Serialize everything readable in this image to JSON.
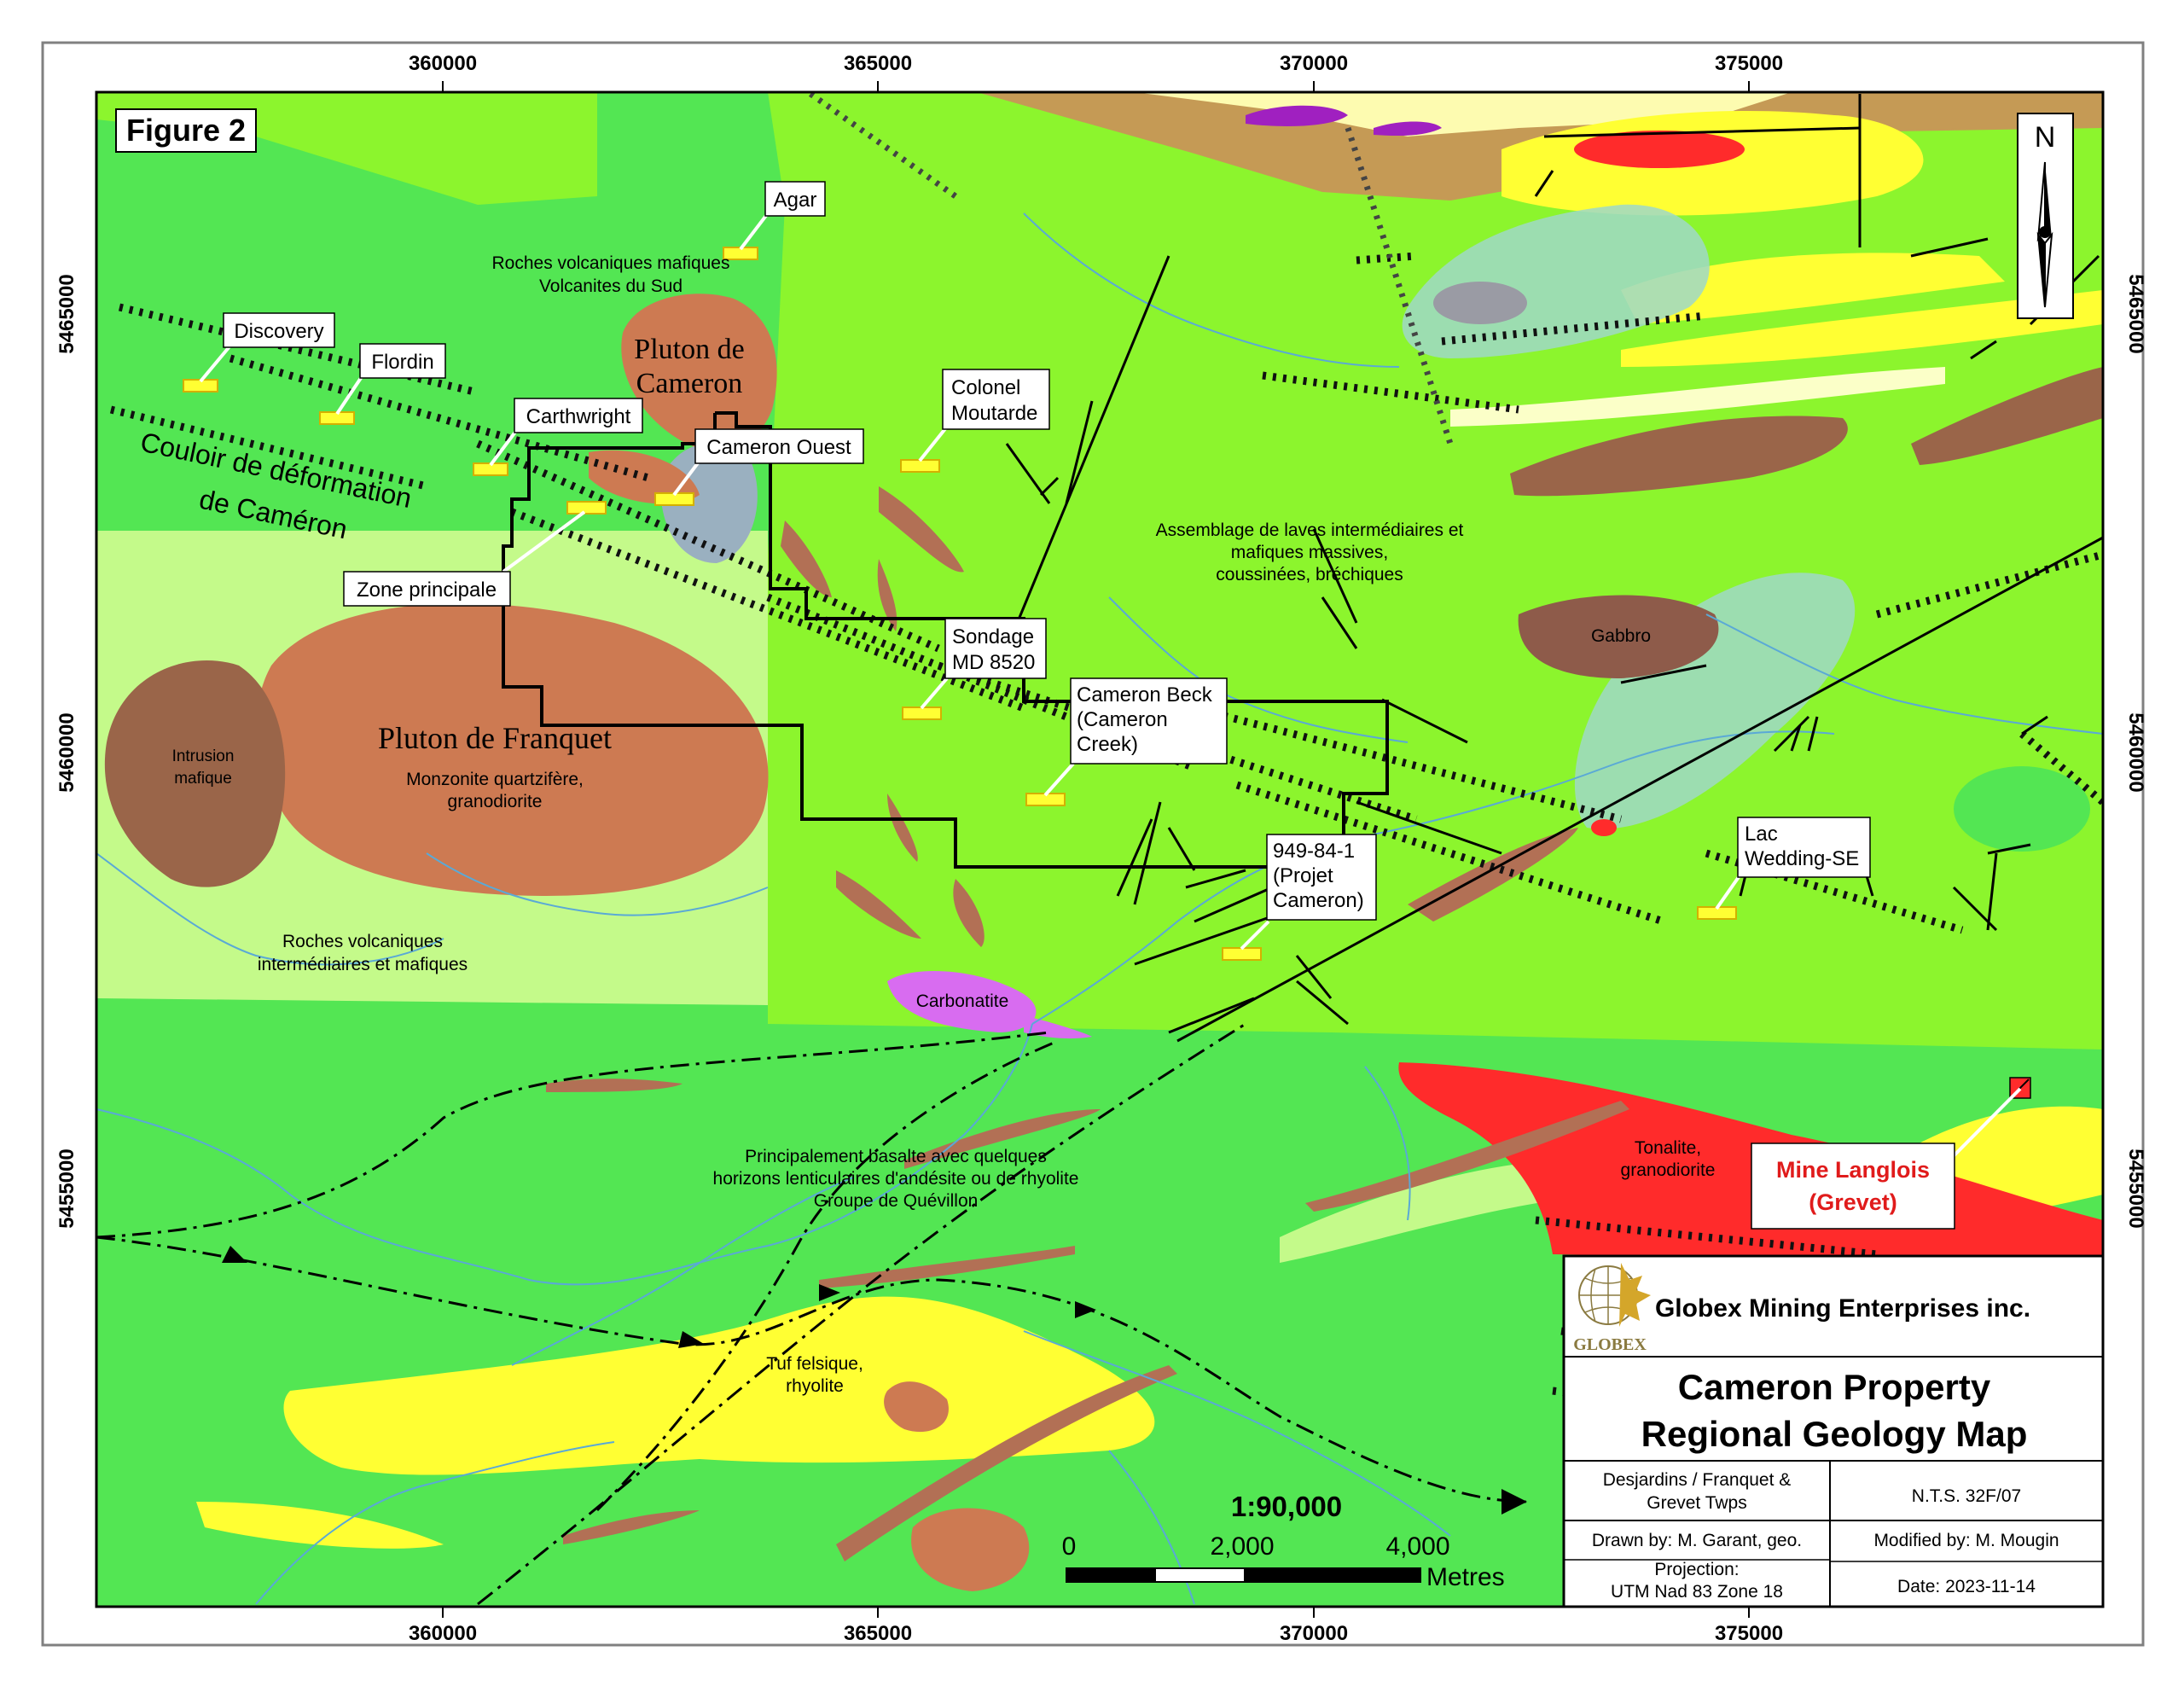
{
  "figure_label": "Figure 2",
  "coords": {
    "x_ticks": [
      "360000",
      "365000",
      "370000",
      "375000"
    ],
    "y_ticks": [
      "5465000",
      "5460000",
      "5455000"
    ]
  },
  "north": "N",
  "colors": {
    "mafic_green": "#53e653",
    "lava_green": "#8cf52d",
    "pale_green": "#c4fa8a",
    "pluton_brown": "#cd7a52",
    "dark_brown": "#9a6549",
    "gabbro_brown": "#8e5b4a",
    "sediment_tan": "#c59a55",
    "felsic_yellow": "#ffff33",
    "tonalite_red": "#ff2b2b",
    "carbonatite_violet": "#d86cf0",
    "ultramafic_blue": "#9ab0c0"
  },
  "showings": [
    {
      "label": "Agar"
    },
    {
      "label": "Discovery"
    },
    {
      "label": "Flordin"
    },
    {
      "label": "Carthwright"
    },
    {
      "label": "Cameron Ouest"
    },
    {
      "label": "Zone principale"
    },
    {
      "label": "Colonel",
      "label2": "Moutarde"
    },
    {
      "label": "Sondage",
      "label2": "MD 8520"
    },
    {
      "label": "Cameron Beck",
      "label2": "(Cameron",
      "label3": "Creek)"
    },
    {
      "label": "949-84-1",
      "label2": "(Projet",
      "label3": "Cameron)"
    },
    {
      "label": "Lac",
      "label2": "Wedding-SE"
    }
  ],
  "units": {
    "roches_mafiques": {
      "line1": "Roches volcaniques mafiques",
      "line2": "Volcanites du Sud"
    },
    "pluton_cameron": {
      "line1": "Pluton de",
      "line2": "Cameron"
    },
    "couloir": {
      "line1": "Couloir de déformation",
      "line2": "de Caméron"
    },
    "pluton_franquet": {
      "title": "Pluton de Franquet",
      "line1": "Monzonite quartzifère,",
      "line2": "granodiorite"
    },
    "intrusion": {
      "line1": "Intrusion",
      "line2": "mafique"
    },
    "roches_inter": {
      "line1": "Roches volcaniques",
      "line2": "intermédiaires et mafiques"
    },
    "assemblage": {
      "line1": "Assemblage de laves intermédiaires et",
      "line2": "mafiques massives,",
      "line3": "coussinées, bréchiques"
    },
    "gabbro": "Gabbro",
    "carbonatite": "Carbonatite",
    "basalte": {
      "line1": "Principalement basalte avec quelques",
      "line2": "horizons lenticulaires d'andésite ou de rhyolite",
      "line3": "Groupe de Quévillon"
    },
    "tonalite": {
      "line1": "Tonalite,",
      "line2": "granodiorite"
    },
    "tuf": {
      "line1": "Tuf felsique,",
      "line2": "rhyolite"
    }
  },
  "mine": {
    "line1": "Mine Langlois",
    "line2": "(Grevet)"
  },
  "scale": {
    "ratio": "1:90,000",
    "t0": "0",
    "t1": "2,000",
    "t2": "4,000",
    "unit": "Metres"
  },
  "title_block": {
    "logo_text": "GLOBEX",
    "company": "Globex Mining Enterprises inc.",
    "title1": "Cameron Property",
    "title2": "Regional Geology Map",
    "twps1": "Desjardins / Franquet &",
    "twps2": "Grevet Twps",
    "nts": "N.T.S. 32F/07",
    "drawn": "Drawn by: M. Garant, geo.",
    "modified": "Modified by: M. Mougin",
    "proj1": "Projection:",
    "proj2": "UTM Nad 83 Zone 18",
    "date": "Date: 2023-11-14"
  }
}
